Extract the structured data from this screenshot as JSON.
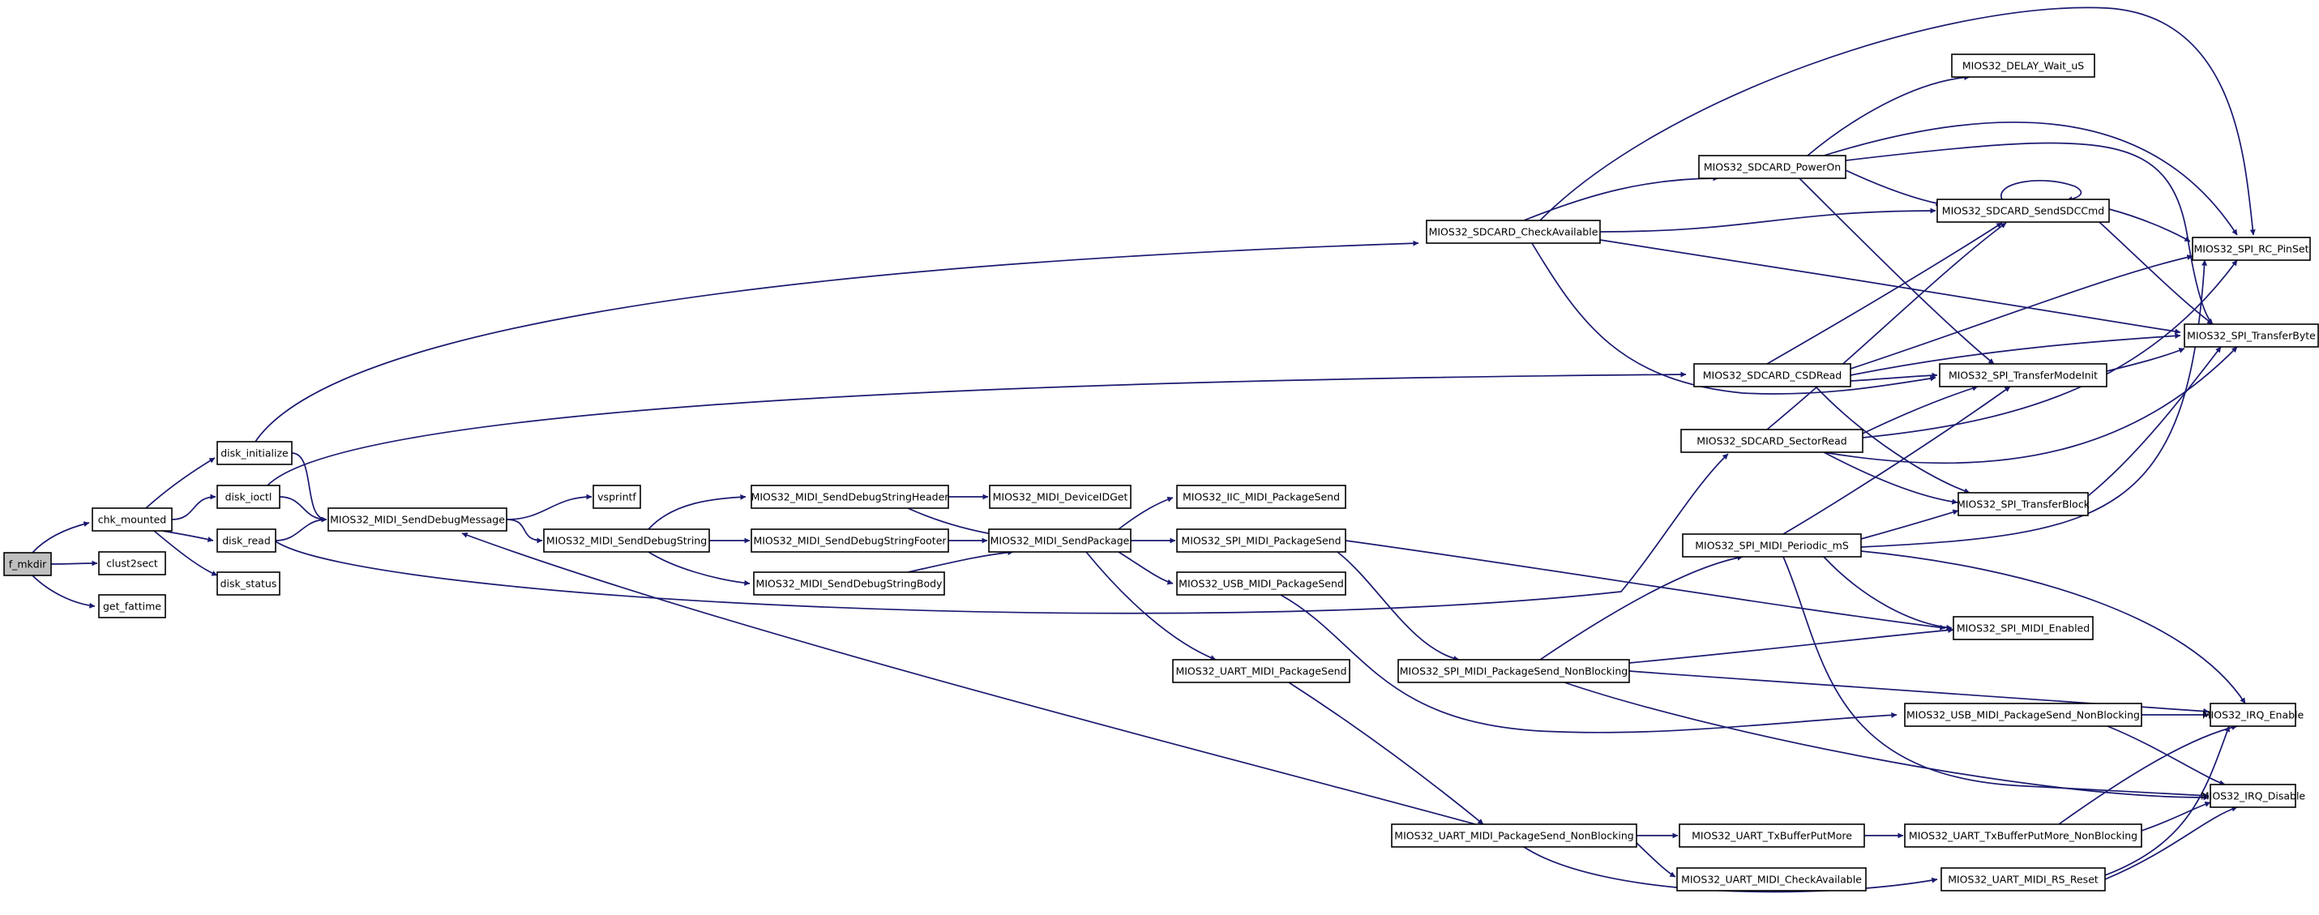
{
  "diagram_type": "call-graph",
  "colors": {
    "edge": "#191970",
    "root_fill": "#bfbfbf",
    "node_fill": "#ffffff",
    "node_border": "#000000"
  },
  "nodes": [
    {
      "id": "f_mkdir",
      "label": "f_mkdir",
      "root": true
    },
    {
      "id": "chk_mounted",
      "label": "chk_mounted"
    },
    {
      "id": "clust2sect",
      "label": "clust2sect"
    },
    {
      "id": "get_fattime",
      "label": "get_fattime"
    },
    {
      "id": "disk_initialize",
      "label": "disk_initialize"
    },
    {
      "id": "disk_ioctl",
      "label": "disk_ioctl"
    },
    {
      "id": "disk_read",
      "label": "disk_read"
    },
    {
      "id": "disk_status",
      "label": "disk_status"
    },
    {
      "id": "SendDebugMessage",
      "label": "MIOS32_MIDI_SendDebugMessage"
    },
    {
      "id": "vsprintf",
      "label": "vsprintf"
    },
    {
      "id": "SendDebugString",
      "label": "MIOS32_MIDI_SendDebugString"
    },
    {
      "id": "SendDebugStringHeader",
      "label": "MIOS32_MIDI_SendDebugStringHeader"
    },
    {
      "id": "SendDebugStringFooter",
      "label": "MIOS32_MIDI_SendDebugStringFooter"
    },
    {
      "id": "SendDebugStringBody",
      "label": "MIOS32_MIDI_SendDebugStringBody"
    },
    {
      "id": "DeviceIDGet",
      "label": "MIOS32_MIDI_DeviceIDGet"
    },
    {
      "id": "SendPackage",
      "label": "MIOS32_MIDI_SendPackage"
    },
    {
      "id": "IIC_PackageSend",
      "label": "MIOS32_IIC_MIDI_PackageSend"
    },
    {
      "id": "SPI_PackageSend",
      "label": "MIOS32_SPI_MIDI_PackageSend"
    },
    {
      "id": "USB_PackageSend",
      "label": "MIOS32_USB_MIDI_PackageSend"
    },
    {
      "id": "UART_PackageSend",
      "label": "MIOS32_UART_MIDI_PackageSend"
    },
    {
      "id": "SDCARD_CheckAvailable",
      "label": "MIOS32_SDCARD_CheckAvailable"
    },
    {
      "id": "SDCARD_CSDRead",
      "label": "MIOS32_SDCARD_CSDRead"
    },
    {
      "id": "SDCARD_SectorRead",
      "label": "MIOS32_SDCARD_SectorRead"
    },
    {
      "id": "SDCARD_PowerOn",
      "label": "MIOS32_SDCARD_PowerOn"
    },
    {
      "id": "DELAY_Wait_uS",
      "label": "MIOS32_DELAY_Wait_uS"
    },
    {
      "id": "SDCARD_SendSDCCmd",
      "label": "MIOS32_SDCARD_SendSDCCmd"
    },
    {
      "id": "SPI_RC_PinSet",
      "label": "MIOS32_SPI_RC_PinSet"
    },
    {
      "id": "SPI_TransferByte",
      "label": "MIOS32_SPI_TransferByte"
    },
    {
      "id": "SPI_TransferModeInit",
      "label": "MIOS32_SPI_TransferModeInit"
    },
    {
      "id": "SPI_TransferBlock",
      "label": "MIOS32_SPI_TransferBlock"
    },
    {
      "id": "SPI_MIDI_Periodic_mS",
      "label": "MIOS32_SPI_MIDI_Periodic_mS"
    },
    {
      "id": "SPI_PackageSend_NonBlocking",
      "label": "MIOS32_SPI_MIDI_PackageSend_NonBlocking"
    },
    {
      "id": "SPI_MIDI_Enabled",
      "label": "MIOS32_SPI_MIDI_Enabled"
    },
    {
      "id": "USB_PackageSend_NonBlocking",
      "label": "MIOS32_USB_MIDI_PackageSend_NonBlocking"
    },
    {
      "id": "IRQ_Enable",
      "label": "MIOS32_IRQ_Enable"
    },
    {
      "id": "IRQ_Disable",
      "label": "MIOS32_IRQ_Disable"
    },
    {
      "id": "UART_PackageSend_NonBlocking",
      "label": "MIOS32_UART_MIDI_PackageSend_NonBlocking"
    },
    {
      "id": "UART_TxBufferPutMore",
      "label": "MIOS32_UART_TxBufferPutMore"
    },
    {
      "id": "UART_TxBufferPutMore_NonBlocking",
      "label": "MIOS32_UART_TxBufferPutMore_NonBlocking"
    },
    {
      "id": "UART_CheckAvailable",
      "label": "MIOS32_UART_MIDI_CheckAvailable"
    },
    {
      "id": "UART_RS_Reset",
      "label": "MIOS32_UART_MIDI_RS_Reset"
    }
  ],
  "edges": [
    [
      "f_mkdir",
      "chk_mounted"
    ],
    [
      "f_mkdir",
      "clust2sect"
    ],
    [
      "f_mkdir",
      "get_fattime"
    ],
    [
      "chk_mounted",
      "disk_initialize"
    ],
    [
      "chk_mounted",
      "disk_ioctl"
    ],
    [
      "chk_mounted",
      "disk_read"
    ],
    [
      "chk_mounted",
      "disk_status"
    ],
    [
      "disk_initialize",
      "SendDebugMessage"
    ],
    [
      "disk_initialize",
      "SDCARD_CheckAvailable"
    ],
    [
      "disk_ioctl",
      "SendDebugMessage"
    ],
    [
      "disk_ioctl",
      "SDCARD_CSDRead"
    ],
    [
      "disk_read",
      "SendDebugMessage"
    ],
    [
      "disk_read",
      "SDCARD_SectorRead"
    ],
    [
      "SendDebugMessage",
      "vsprintf"
    ],
    [
      "SendDebugMessage",
      "SendDebugString"
    ],
    [
      "SendDebugString",
      "SendDebugStringHeader"
    ],
    [
      "SendDebugString",
      "SendDebugStringFooter"
    ],
    [
      "SendDebugString",
      "SendDebugStringBody"
    ],
    [
      "SendDebugStringHeader",
      "DeviceIDGet"
    ],
    [
      "SendDebugStringHeader",
      "SendPackage"
    ],
    [
      "SendDebugStringFooter",
      "SendPackage"
    ],
    [
      "SendDebugStringBody",
      "SendPackage"
    ],
    [
      "SendPackage",
      "IIC_PackageSend"
    ],
    [
      "SendPackage",
      "SPI_PackageSend"
    ],
    [
      "SendPackage",
      "USB_PackageSend"
    ],
    [
      "SendPackage",
      "UART_PackageSend"
    ],
    [
      "SPI_PackageSend",
      "SPI_PackageSend_NonBlocking"
    ],
    [
      "SPI_PackageSend",
      "SPI_MIDI_Enabled"
    ],
    [
      "USB_PackageSend",
      "USB_PackageSend_NonBlocking"
    ],
    [
      "UART_PackageSend",
      "UART_PackageSend_NonBlocking"
    ],
    [
      "UART_PackageSend_NonBlocking",
      "SendDebugMessage"
    ],
    [
      "UART_PackageSend_NonBlocking",
      "UART_TxBufferPutMore"
    ],
    [
      "UART_PackageSend_NonBlocking",
      "UART_CheckAvailable"
    ],
    [
      "UART_PackageSend_NonBlocking",
      "UART_RS_Reset"
    ],
    [
      "UART_TxBufferPutMore",
      "UART_TxBufferPutMore_NonBlocking"
    ],
    [
      "UART_TxBufferPutMore_NonBlocking",
      "IRQ_Enable"
    ],
    [
      "UART_TxBufferPutMore_NonBlocking",
      "IRQ_Disable"
    ],
    [
      "UART_RS_Reset",
      "IRQ_Enable"
    ],
    [
      "UART_RS_Reset",
      "IRQ_Disable"
    ],
    [
      "USB_PackageSend_NonBlocking",
      "IRQ_Enable"
    ],
    [
      "USB_PackageSend_NonBlocking",
      "IRQ_Disable"
    ],
    [
      "SPI_PackageSend_NonBlocking",
      "SPI_MIDI_Periodic_mS"
    ],
    [
      "SPI_PackageSend_NonBlocking",
      "SPI_MIDI_Enabled"
    ],
    [
      "SPI_PackageSend_NonBlocking",
      "IRQ_Enable"
    ],
    [
      "SPI_PackageSend_NonBlocking",
      "IRQ_Disable"
    ],
    [
      "SPI_MIDI_Periodic_mS",
      "SPI_TransferModeInit"
    ],
    [
      "SPI_MIDI_Periodic_mS",
      "SPI_TransferBlock"
    ],
    [
      "SPI_MIDI_Periodic_mS",
      "SPI_RC_PinSet"
    ],
    [
      "SPI_MIDI_Periodic_mS",
      "SPI_MIDI_Enabled"
    ],
    [
      "SPI_MIDI_Periodic_mS",
      "IRQ_Enable"
    ],
    [
      "SPI_MIDI_Periodic_mS",
      "IRQ_Disable"
    ],
    [
      "SDCARD_CheckAvailable",
      "SDCARD_PowerOn"
    ],
    [
      "SDCARD_CheckAvailable",
      "SDCARD_SendSDCCmd"
    ],
    [
      "SDCARD_CheckAvailable",
      "SPI_RC_PinSet"
    ],
    [
      "SDCARD_CheckAvailable",
      "SPI_TransferByte"
    ],
    [
      "SDCARD_CheckAvailable",
      "SPI_TransferModeInit"
    ],
    [
      "SDCARD_PowerOn",
      "DELAY_Wait_uS"
    ],
    [
      "SDCARD_PowerOn",
      "SPI_RC_PinSet"
    ],
    [
      "SDCARD_PowerOn",
      "SDCARD_SendSDCCmd"
    ],
    [
      "SDCARD_PowerOn",
      "SPI_TransferByte"
    ],
    [
      "SDCARD_PowerOn",
      "SPI_TransferModeInit"
    ],
    [
      "SDCARD_SendSDCCmd",
      "SDCARD_SendSDCCmd"
    ],
    [
      "SDCARD_SendSDCCmd",
      "SPI_RC_PinSet"
    ],
    [
      "SDCARD_SendSDCCmd",
      "SPI_TransferByte"
    ],
    [
      "SDCARD_CSDRead",
      "SDCARD_SendSDCCmd"
    ],
    [
      "SDCARD_CSDRead",
      "SPI_RC_PinSet"
    ],
    [
      "SDCARD_CSDRead",
      "SPI_TransferByte"
    ],
    [
      "SDCARD_CSDRead",
      "SPI_TransferModeInit"
    ],
    [
      "SDCARD_CSDRead",
      "SPI_TransferBlock"
    ],
    [
      "SDCARD_SectorRead",
      "SDCARD_SendSDCCmd"
    ],
    [
      "SDCARD_SectorRead",
      "SPI_RC_PinSet"
    ],
    [
      "SDCARD_SectorRead",
      "SPI_TransferByte"
    ],
    [
      "SDCARD_SectorRead",
      "SPI_TransferModeInit"
    ],
    [
      "SDCARD_SectorRead",
      "SPI_TransferBlock"
    ],
    [
      "SPI_TransferModeInit",
      "SPI_TransferByte"
    ],
    [
      "SPI_TransferBlock",
      "SPI_TransferByte"
    ]
  ]
}
